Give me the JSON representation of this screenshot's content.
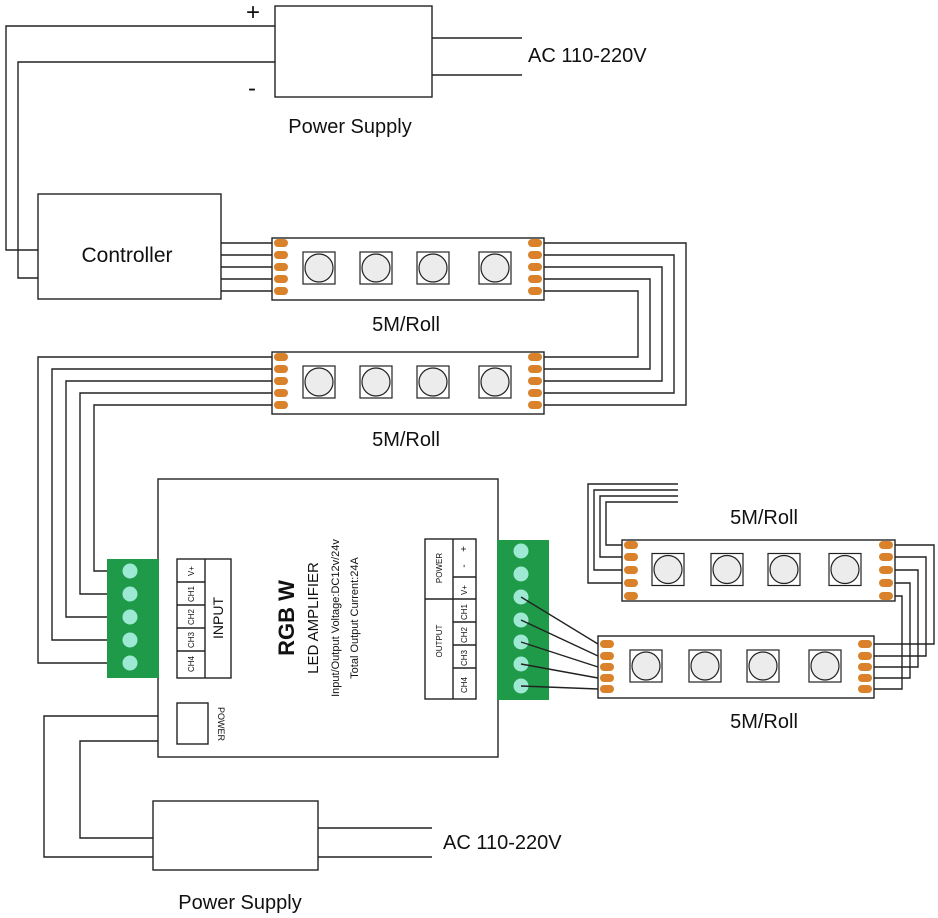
{
  "top": {
    "plus": "+",
    "minus": "-",
    "ac_label": "AC 110-220V",
    "power_supply_label": "Power Supply",
    "controller_label": "Controller"
  },
  "strips": {
    "roll_label_1": "5M/Roll",
    "roll_label_2": "5M/Roll",
    "roll_label_3": "5M/Roll",
    "roll_label_4": "5M/Roll"
  },
  "amplifier": {
    "title": "RGB W",
    "subtitle": "LED AMPLIFIER",
    "voltage": "Input/Output Voltage:DC12v/24v",
    "current": "Total Output Current:24A",
    "input_label": "INPUT",
    "input_pins": [
      "V+",
      "CH1",
      "CH2",
      "CH3",
      "CH4"
    ],
    "output_label": "OUTPUT",
    "power_label": "POWER",
    "output_pins": [
      "V+",
      "CH1",
      "CH2",
      "CH3",
      "CH4"
    ],
    "power_plus": "+",
    "power_minus": "-",
    "power_switch_label": "POWER"
  },
  "bottom": {
    "ac_label": "AC 110-220V",
    "power_supply_label": "Power Supply"
  },
  "colors": {
    "terminal_green": "#1f9a48",
    "terminal_pin": "#9de9d3",
    "pad_orange": "#d9822b",
    "led_fill": "#ececec"
  }
}
